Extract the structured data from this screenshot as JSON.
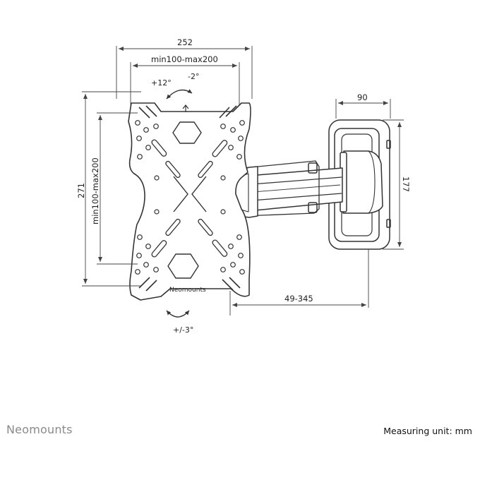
{
  "brand": "Neomounts",
  "plate_logo": "Neomounts",
  "measuring_unit": "Measuring unit: mm",
  "dimensions": {
    "plate_width": "252",
    "vesa_horizontal": "min100-max200",
    "plate_height": "271",
    "vesa_vertical": "min100-max200",
    "wall_plate_width": "90",
    "wall_plate_height": "177",
    "arm_extension": "49-345"
  },
  "angles": {
    "tilt_up": "+12°",
    "tilt_down": "-2°",
    "rotation": "+/-3°"
  },
  "colors": {
    "line": "#333333",
    "dim_line": "#444444",
    "brand_gray": "#8a8a8a"
  }
}
